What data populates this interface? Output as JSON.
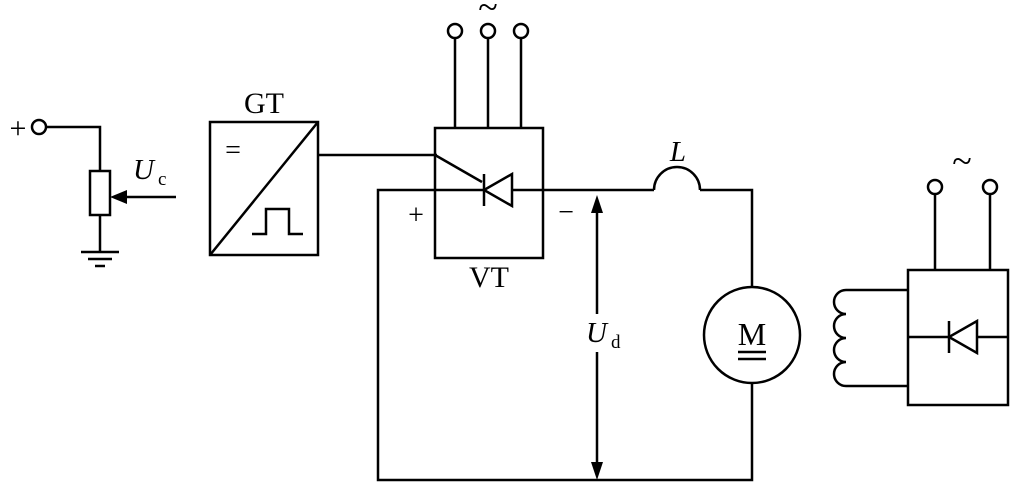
{
  "colors": {
    "line": "#000000",
    "background": "#ffffff"
  },
  "labels": {
    "input_plus": "+",
    "uc_base": "U",
    "uc_sub": "c",
    "gt": "GT",
    "dc_symbol": "=",
    "ac_symbol": "~",
    "vt": "VT",
    "vt_plus": "+",
    "vt_minus": "−",
    "inductor": "L",
    "ud_base": "U",
    "ud_sub": "d",
    "motor": "M",
    "field_ac_symbol": "~"
  }
}
